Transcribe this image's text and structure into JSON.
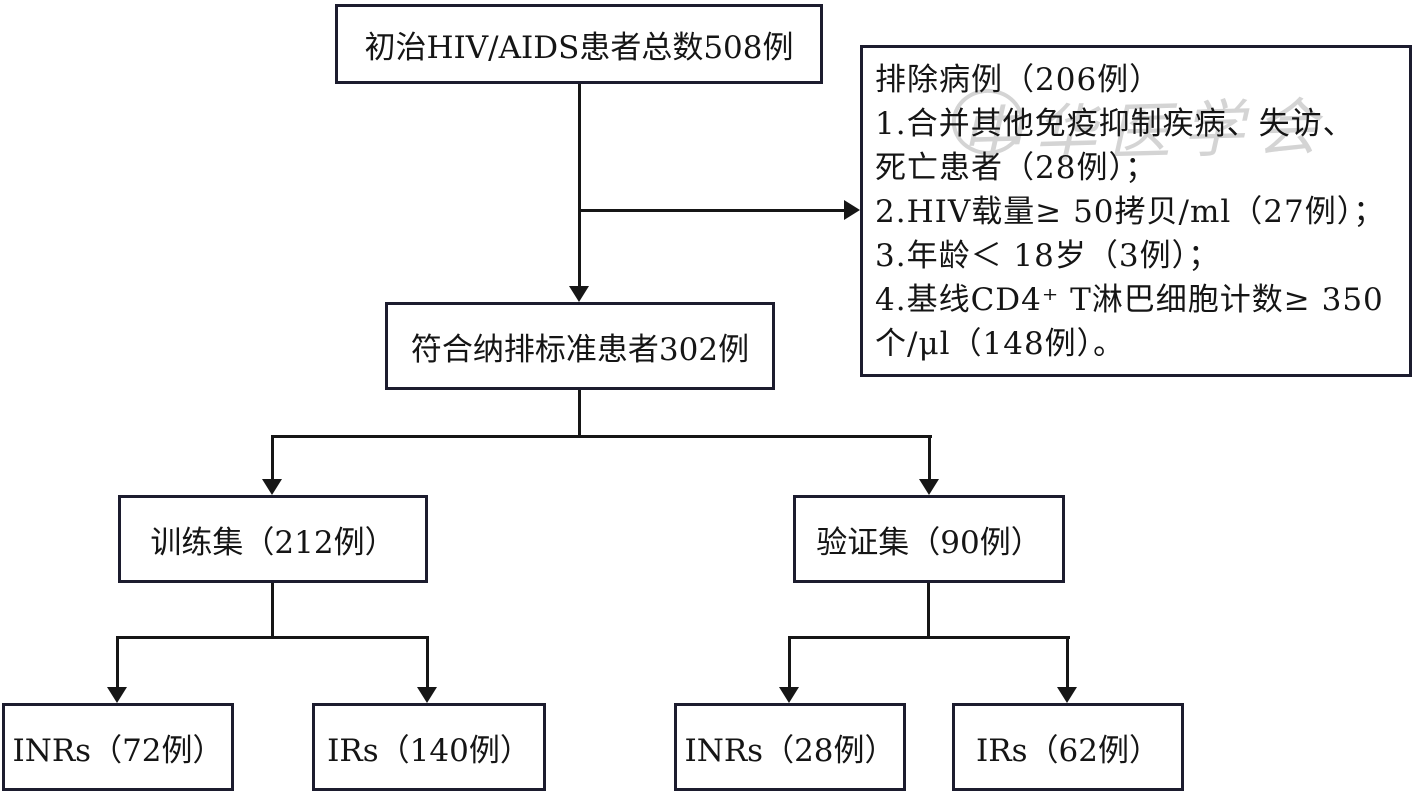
{
  "figure": {
    "type": "flowchart",
    "language": "zh-CN",
    "background_color": "#ffffff",
    "line_color": "#161616",
    "border_color": "#1c1c2e",
    "text_color": "#151515"
  },
  "watermark": {
    "text": "中华医学会",
    "style": "faint gray calligraphy seal",
    "color": "#9a9a9a"
  },
  "nodes": {
    "total": {
      "label": "初治HIV/AIDS患者总数508例"
    },
    "exclusion": {
      "lines": [
        "排除病例（206例）",
        "1.合并其他免疫抑制疾病、失访、",
        "死亡患者（28例）；",
        "2.HIV载量≥ 50拷贝/ml（27例）；",
        "3.年龄＜ 18岁（3例）；",
        "4.基线CD4⁺ T淋巴细胞计数≥ 350",
        "个/μl（148例）。"
      ]
    },
    "eligible": {
      "label": "符合纳排标准患者302例"
    },
    "training": {
      "label": "训练集（212例）"
    },
    "validation": {
      "label": "验证集（90例）"
    },
    "training_inrs": {
      "label": "INRs（72例）"
    },
    "training_irs": {
      "label": "IRs（140例）"
    },
    "validation_inrs": {
      "label": "INRs（28例）"
    },
    "validation_irs": {
      "label": "IRs（62例）"
    }
  }
}
